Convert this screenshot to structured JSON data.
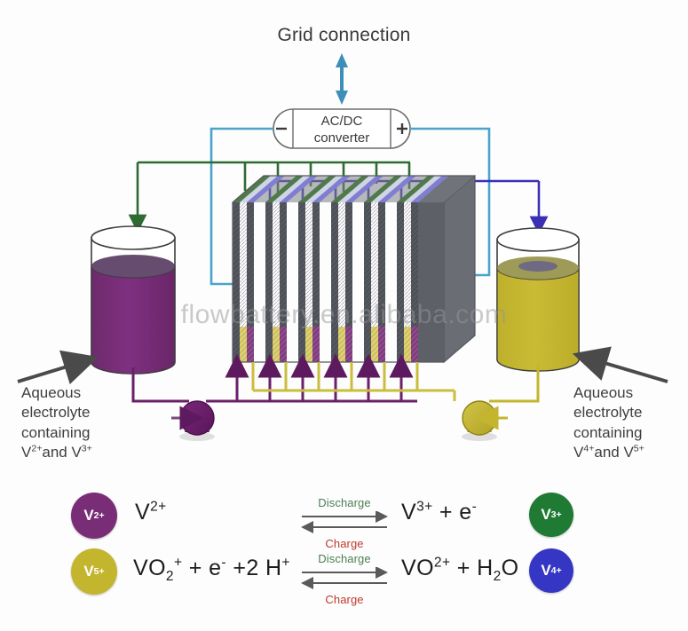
{
  "diagram": {
    "title": "Grid connection",
    "watermark": "flowbattery.en.alibaba.com",
    "converter": {
      "line1": "AC/DC",
      "line2": "converter",
      "negative_terminal": "−",
      "positive_terminal": "+"
    },
    "tanks": {
      "left": {
        "line1": "Aqueous",
        "line2": "electrolyte",
        "line3": "containing",
        "ions_prefix": "V",
        "ion1_charge": "2+",
        "ions_join": "and V",
        "ion2_charge": "3+",
        "fill_color": "#7a2d77",
        "pump_color": "#6b1f6b"
      },
      "right": {
        "line1": "Aqueous",
        "line2": "electrolyte",
        "line3": "containing",
        "ions_prefix": "V",
        "ion1_charge": "4+",
        "ions_join": "and V",
        "ion2_charge": "5+",
        "fill_color": "#c4b52e",
        "pump_color": "#c9bb33"
      }
    },
    "colors": {
      "grid_arrow": "#3d8fb8",
      "negative_wire": "#4aa3c8",
      "positive_wire": "#4aa3c8",
      "anode_bus": "#2e6b32",
      "cathode_bus": "#3b2fb5",
      "purple_pipe": "#6b1f6b",
      "yellow_pipe": "#cbbd3c",
      "stack_body": "#5d6066",
      "green_layer": "#4f7a4a",
      "violet_layer": "#7f7ed0",
      "discharge_text": "#4b7f52",
      "charge_text": "#c0392b"
    },
    "stack": {
      "cell_count": 6,
      "inlet_arrow_count": 6
    }
  },
  "reactions": [
    {
      "left_bubble": {
        "label_base": "V",
        "label_sup": "2+",
        "color": "#7a2d77"
      },
      "left_species": "V",
      "left_species_sup": "2+",
      "left_species_tail": "",
      "forward_label": "Discharge",
      "reverse_label": "Charge",
      "right_species": "V",
      "right_species_sup": "3+",
      "right_species_tail": " +  e",
      "right_species_tail_sup": "-",
      "right_bubble": {
        "label_base": "V",
        "label_sup": "3+",
        "color": "#1f7a33"
      }
    },
    {
      "left_bubble": {
        "label_base": "V",
        "label_sup": "5+",
        "color": "#c4b52e"
      },
      "left_species": "VO",
      "left_species_sub": "2",
      "left_species_sup": "+",
      "left_species_tail": " +  e",
      "left_species_tail_sup": "-",
      "left_species_tail2": " +2 H",
      "left_species_tail2_sup": "+",
      "forward_label": "Discharge",
      "reverse_label": "Charge",
      "right_species": "VO",
      "right_species_sup": "2+",
      "right_species_tail": " + H",
      "right_species_tail_sub": "2",
      "right_species_tail2": "O",
      "right_bubble": {
        "label_base": "V",
        "label_sup": "4+",
        "color": "#3636c4"
      }
    }
  ]
}
